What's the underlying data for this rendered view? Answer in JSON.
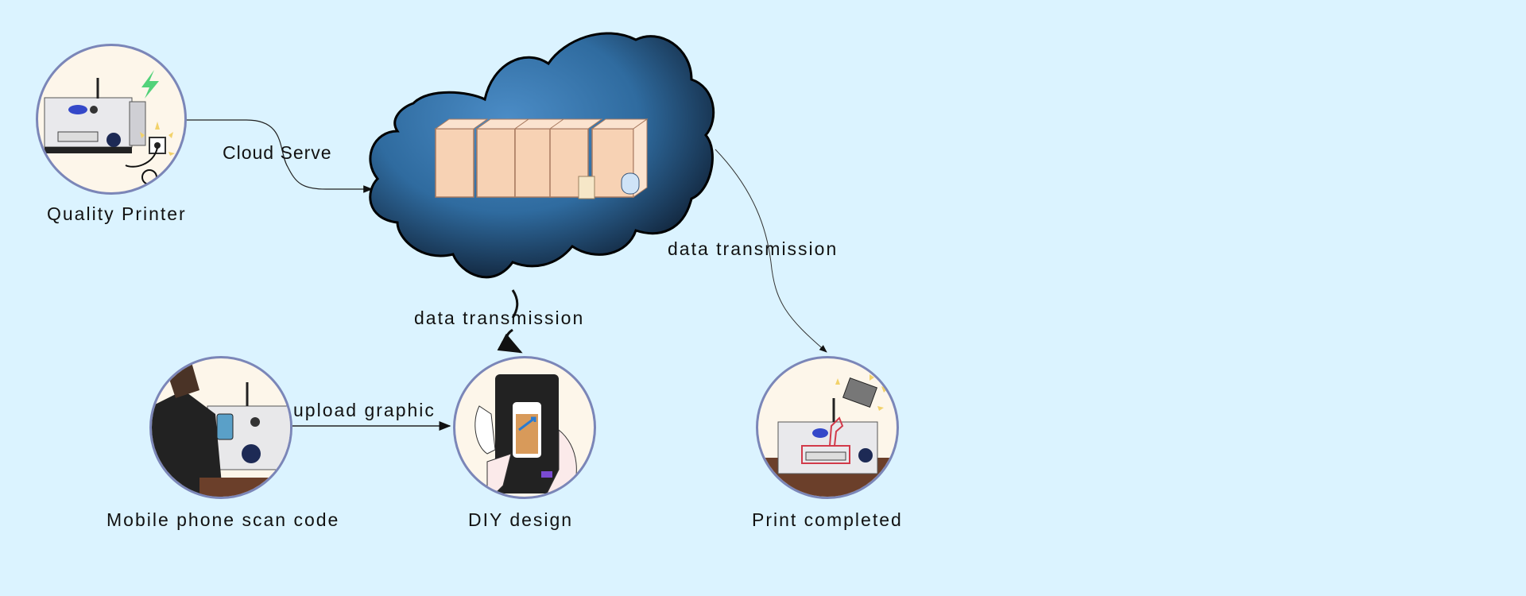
{
  "diagram": {
    "background_color": "#dbf3ff",
    "nodes": [
      {
        "id": "quality-printer",
        "label": "Quality Printer",
        "icon": "printer-power-icon"
      },
      {
        "id": "cloud",
        "label": "",
        "icon": "cloud-servers-icon"
      },
      {
        "id": "mobile-scan",
        "label": "Mobile phone scan code",
        "icon": "person-scanning-phone-icon"
      },
      {
        "id": "diy-design",
        "label": "DIY design",
        "icon": "phone-design-icon"
      },
      {
        "id": "print-completed",
        "label": "Print completed",
        "icon": "printer-output-icon"
      }
    ],
    "edges": [
      {
        "from": "quality-printer",
        "to": "cloud",
        "label": "Cloud Serve"
      },
      {
        "from": "cloud",
        "to": "diy-design",
        "label": "data transmission"
      },
      {
        "from": "mobile-scan",
        "to": "diy-design",
        "label": "upload graphic"
      },
      {
        "from": "cloud",
        "to": "print-completed",
        "label": "data transmission"
      }
    ],
    "colors": {
      "node_border": "#7b86b8",
      "node_fill": "#fdf6ea",
      "cloud_dark": "#12304f",
      "cloud_mid": "#2f6b9f",
      "server_fill": "#f7d2b4"
    }
  }
}
